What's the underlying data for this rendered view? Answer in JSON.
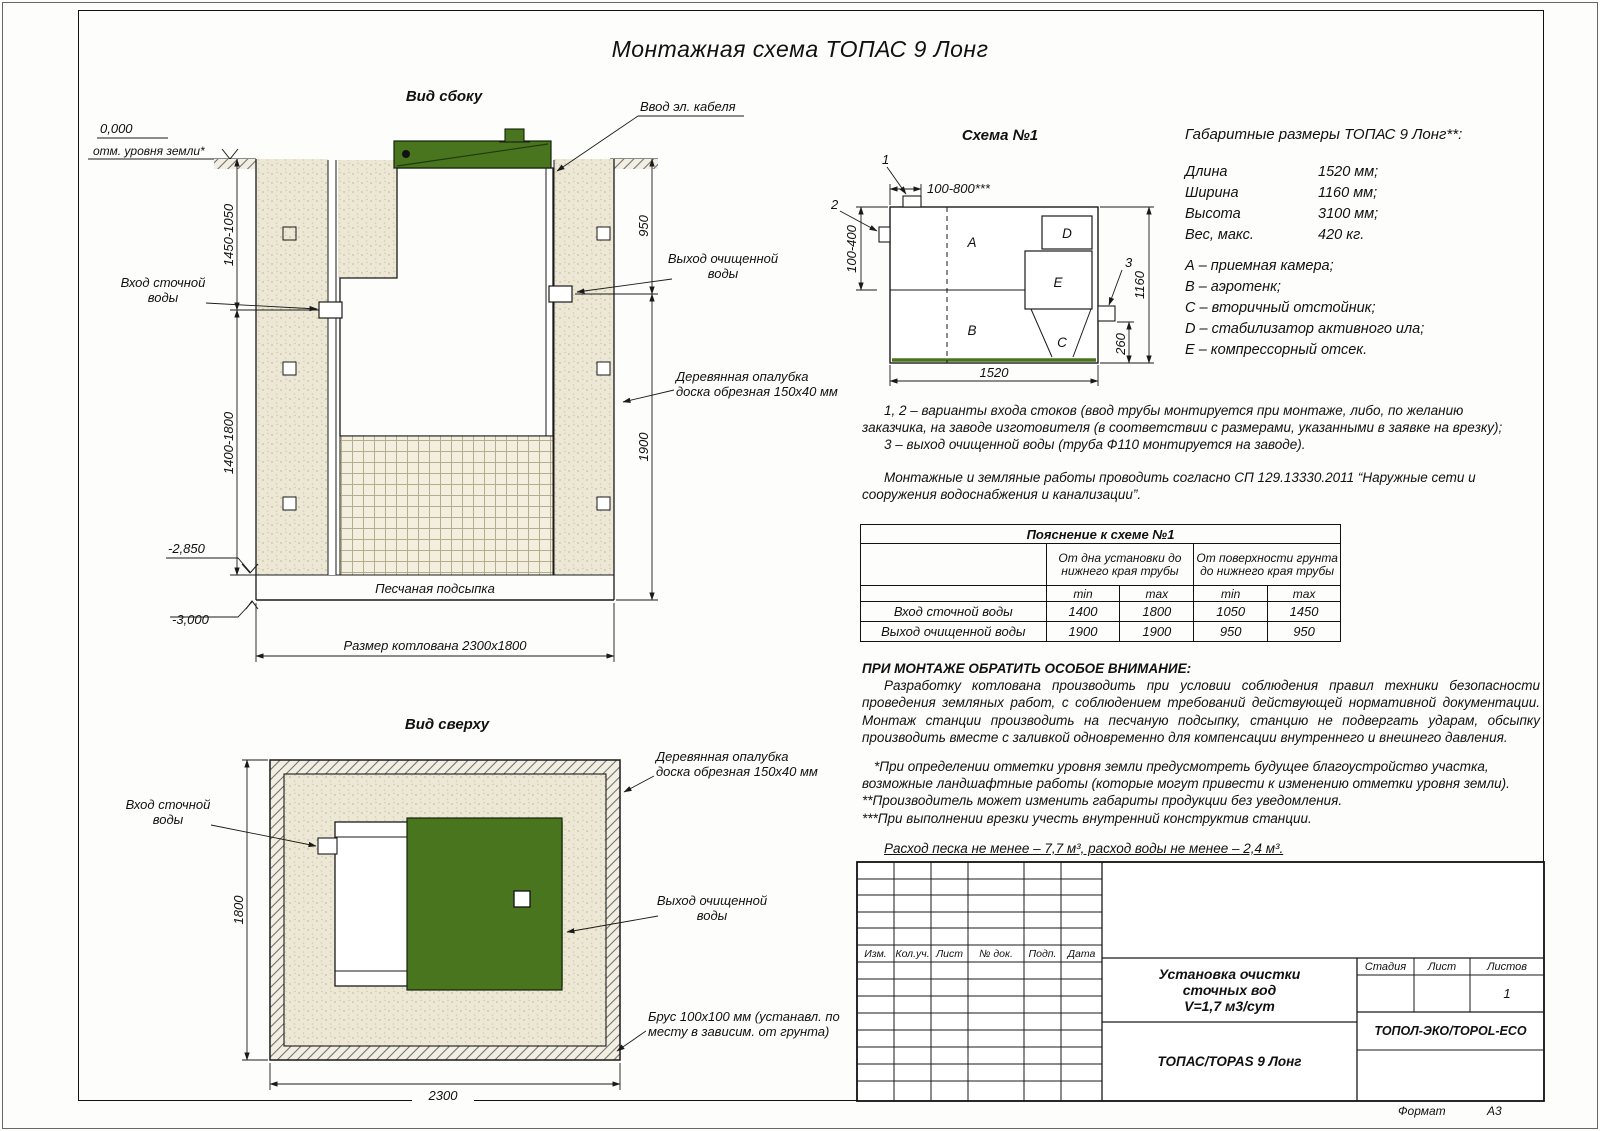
{
  "colors": {
    "green": "#4a751f",
    "beige": "#ece8d5",
    "sand": "#f3efdf",
    "line": "#1a1a1a"
  },
  "title": "Монтажная схема ТОПАС 9 Лонг",
  "side_view": {
    "label": "Вид сбоку",
    "zero_level": "0,000",
    "zero_note": "отм. уровня земли*",
    "cable_label": "Ввод эл. кабеля",
    "inlet_l1": "Вход сточной",
    "inlet_l2": "воды",
    "outlet_l1": "Выход очищенной",
    "outlet_l2": "воды",
    "formwork_l1": "Деревянная опалубка",
    "formwork_l2": "доска обрезная 150х40 мм",
    "sand_label": "Песчаная подсыпка",
    "pit_dim_label": "Размер котлована 2300х1800",
    "dim_left_top": "1450-1050",
    "dim_left_bottom": "1400-1800",
    "dim_right_top": "950",
    "dim_right_bottom": "1900",
    "level_mid": "-2,850",
    "level_bottom": "-3,000"
  },
  "top_view": {
    "label": "Вид сверху",
    "inlet_l1": "Вход сточной",
    "inlet_l2": "воды",
    "formwork_l1": "Деревянная опалубка",
    "formwork_l2": "доска обрезная 150х40 мм",
    "outlet_l1": "Выход очищенной",
    "outlet_l2": "воды",
    "beam_l1": "Брус 100х100 мм (устанавл. по",
    "beam_l2": "месту в зависим. от грунта)",
    "dim_side": "1800",
    "dim_bottom": "2300"
  },
  "scheme": {
    "label": "Схема №1",
    "m1": "1",
    "m2": "2",
    "m3": "3",
    "a": "A",
    "b": "B",
    "c": "C",
    "d": "D",
    "e": "E",
    "dim_top": "100-800***",
    "dim_left": "100-400",
    "dim_h": "1160",
    "dim_c": "260",
    "dim_w": "1520"
  },
  "dimensions": {
    "heading": "Габаритные размеры ТОПАС 9 Лонг**:",
    "rows": [
      {
        "name": "Длина",
        "value": "1520 мм;"
      },
      {
        "name": "Ширина",
        "value": "1160 мм;"
      },
      {
        "name": "Высота",
        "value": "3100 мм;"
      },
      {
        "name": "Вес, макс.",
        "value": "420 кг."
      }
    ],
    "legend": [
      "А – приемная камера;",
      "В – аэротенк;",
      "С – вторичный отстойник;",
      "D – стабилизатор активного ила;",
      "Е – компрессорный отсек."
    ]
  },
  "notes": {
    "note_12": "1, 2 – варианты входа  стоков (ввод трубы монтируется при монтаже, либо, по желанию заказчика, на заводе изготовителя (в соответствии с размерами, указанными в заявке на врезку);",
    "note_3": "3 – выход очищенной воды (труба Ф110 монтируется на заводе).",
    "sp_note": "Монтажные и земляные работы проводить согласно СП 129.13330.2011 “Наружные сети и сооружения водоснабжения и канализации”."
  },
  "table": {
    "title": "Пояснение к схеме №1",
    "col_group_1": "От дна установки до нижнего края трубы",
    "col_group_2": "От поверхности грунта до нижнего края трубы",
    "min1": "min",
    "max1": "max",
    "min2": "min",
    "max2": "max",
    "rows": [
      {
        "name": "Вход сточной воды",
        "v1": "1400",
        "v2": "1800",
        "v3": "1050",
        "v4": "1450"
      },
      {
        "name": "Выход очищенной воды",
        "v1": "1900",
        "v2": "1900",
        "v3": "950",
        "v4": "950"
      }
    ]
  },
  "attention": {
    "heading": "ПРИ МОНТАЖЕ ОБРАТИТЬ ОСОБОЕ ВНИМАНИЕ:",
    "body": "Разработку котлована производить при условии соблюдения правил техники безопасности проведения земляных работ, с соблюдением требований действующей нормативной документации. Монтаж станции производить на песчаную подсыпку, станцию не подвергать ударам, обсыпку производить вместе с заливкой одновременно для компенсации внутреннего и внешнего давления.",
    "note1": "*При определении отметки уровня земли предусмотреть будущее благоустройство участка, возможные ландшафтные работы (которые могут привести к изменению отметки уровня земли).",
    "note2": "**Производитель может изменить габариты продукции без уведомления.",
    "note3": "***При выполнении врезки учесть внутренний конструктив станции.",
    "consumption": "Расход песка не менее – 7,7 м³, расход воды не менее – 2,4 м³."
  },
  "title_block": {
    "col_labels": [
      "Изм.",
      "Кол.уч.",
      "Лист",
      "№ док.",
      "Подп.",
      "Дата"
    ],
    "doc_title_1": "Установка очистки",
    "doc_title_2": "сточных вод",
    "doc_title_3": "V=1,7 м3/сут",
    "stage_label": "Стадия",
    "sheet_label": "Лист",
    "sheets_label": "Листов",
    "sheets_value": "1",
    "model": "ТОПАС/TOPAS 9 Лонг",
    "company": "ТОПОЛ-ЭКО/TOPOL-ECO",
    "format_label": "Формат",
    "format_value": "А3"
  }
}
